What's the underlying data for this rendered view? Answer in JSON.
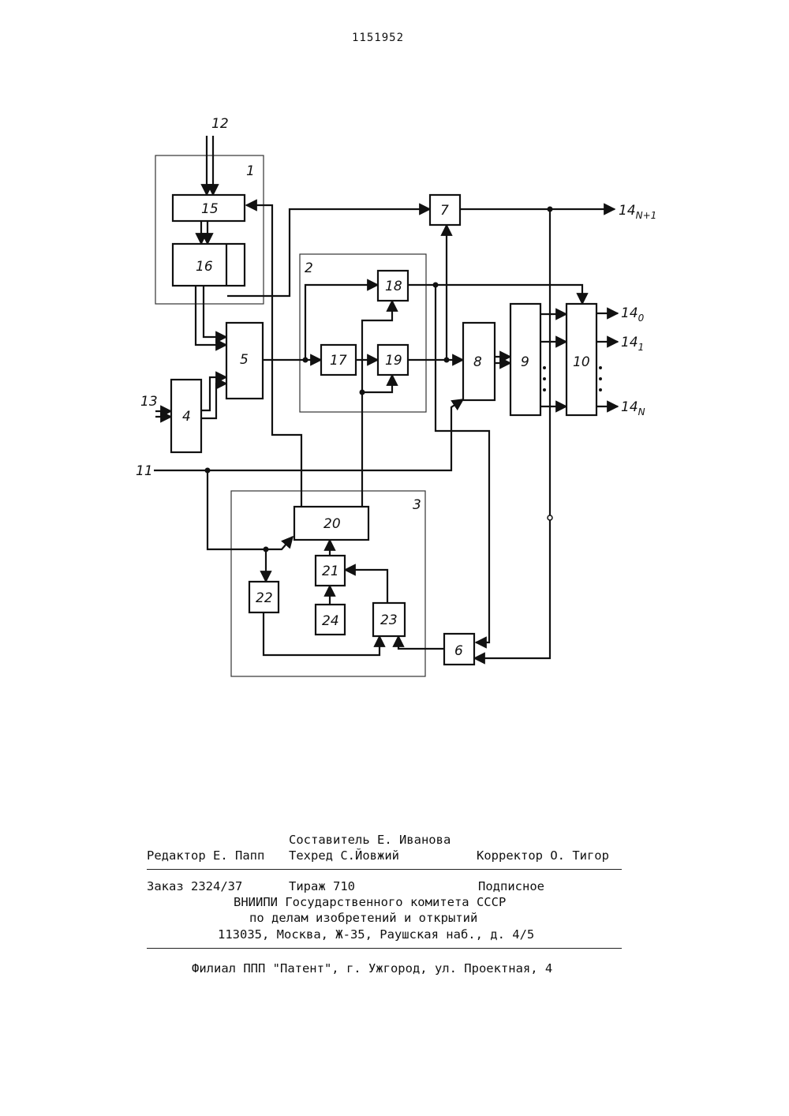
{
  "page_number": "1151952",
  "diagram": {
    "blocks": {
      "b1": "1",
      "b2": "2",
      "b3": "3",
      "b4": "4",
      "b5": "5",
      "b6": "6",
      "b7": "7",
      "b8": "8",
      "b9": "9",
      "b10": "10",
      "b15": "15",
      "b16": "16",
      "b17": "17",
      "b18": "18",
      "b19": "19",
      "b20": "20",
      "b21": "21",
      "b22": "22",
      "b23": "23",
      "b24": "24"
    },
    "terminals": {
      "t11": "11",
      "t12": "12",
      "t13": "13"
    },
    "outputs": {
      "o0": {
        "base": "14",
        "sub": "0"
      },
      "o1": {
        "base": "14",
        "sub": "1"
      },
      "oN": {
        "base": "14",
        "sub": "N"
      },
      "oN1": {
        "base": "14",
        "sub": "N+1"
      }
    }
  },
  "imprint": {
    "compiler": "Составитель Е. Иванова",
    "editor": "Редактор Е. Папп",
    "techred": "Техред С.Йовжий",
    "corrector": "Корректор О. Тигор",
    "order": "Заказ 2324/37",
    "circulation": "Тираж 710",
    "subscription": "Подписное",
    "org1": "ВНИИПИ Государственного комитета СССР",
    "org2": "по делам изобретений и открытий",
    "address": "113035, Москва, Ж-35, Раушская наб., д. 4/5",
    "branch": "Филиал ППП \"Патент\", г. Ужгород, ул. Проектная, 4"
  }
}
